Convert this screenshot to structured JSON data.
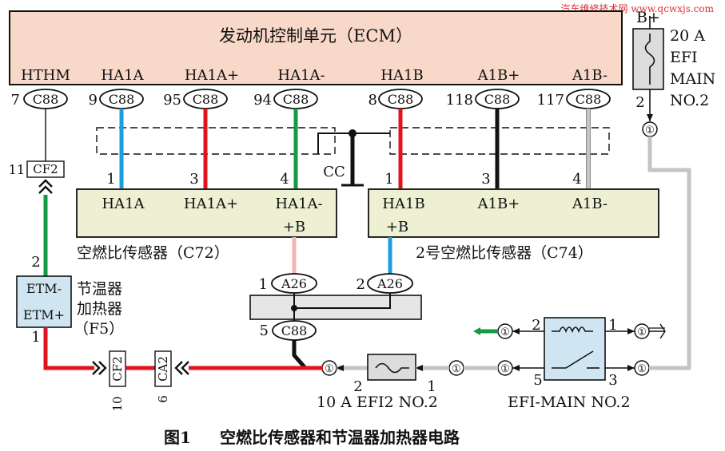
{
  "watermark": "汽车维修技术网 www.qcwxjs.com",
  "ecm": {
    "title": "发动机控制单元（ECM）",
    "pins": [
      {
        "label": "HTHM",
        "no": "7",
        "conn": "C88"
      },
      {
        "label": "HA1A",
        "no": "9",
        "conn": "C88"
      },
      {
        "label": "HA1A+",
        "no": "95",
        "conn": "C88"
      },
      {
        "label": "HA1A-",
        "no": "94",
        "conn": "C88"
      },
      {
        "label": "HA1B",
        "no": "8",
        "conn": "C88"
      },
      {
        "label": "A1B+",
        "no": "118",
        "conn": "C88"
      },
      {
        "label": "A1B-",
        "no": "117",
        "conn": "C88"
      }
    ]
  },
  "battery": "B+",
  "efi_main_fuse": {
    "rating": "20 A",
    "name_lines": [
      "EFI",
      "MAIN",
      "NO.2"
    ],
    "pin_bottom": "2",
    "node": "①"
  },
  "shield": {
    "label": "CC"
  },
  "sensor_c72": {
    "caption": "空燃比传感器（C72）",
    "pin_numbers": [
      "1",
      "3",
      "4"
    ],
    "pin_labels": [
      "HA1A",
      "HA1A+",
      "HA1A-"
    ],
    "extra": "+B"
  },
  "sensor_c74": {
    "caption": "2号空燃比传感器（C74）",
    "pin_numbers": [
      "1",
      "3",
      "4"
    ],
    "pin_labels": [
      "HA1B",
      "A1B+",
      "A1B-"
    ],
    "extra": "+B"
  },
  "cf2_top": {
    "no": "11",
    "conn": "CF2"
  },
  "heater_f5": {
    "pin_top": "2",
    "pin_bottom": "1",
    "labels": [
      "ETM-",
      "ETM+"
    ],
    "name_lines": [
      "节温器",
      "加热器",
      "（F5）"
    ]
  },
  "joint_a26": {
    "left_no": "1",
    "right_no": "2",
    "conn": "A26"
  },
  "c88_ground": {
    "no": "5",
    "conn": "C88"
  },
  "bottom_conns": [
    {
      "no": "10",
      "conn": "CF2"
    },
    {
      "no": "6",
      "conn": "CA2"
    }
  ],
  "efi2_fuse": {
    "label": "10 A EFI2 NO.2",
    "left_pin": "2",
    "right_pin": "1"
  },
  "relay": {
    "label": "EFI-MAIN NO.2",
    "pins": {
      "top_left": "2",
      "top_right": "1",
      "bottom_left": "5",
      "bottom_right": "3"
    }
  },
  "node_mark": "①",
  "figure_caption": {
    "num": "图1",
    "text": "空燃比传感器和节温器加热器电路"
  },
  "colors": {
    "ecm_fill": "#f8d8c8",
    "sensor_fill": "#eef0d4",
    "component_fill": "#cfe6f2",
    "fuse_fill": "#dcdcdc",
    "wire_blue": "#1a9ee0",
    "wire_red": "#e0141e",
    "wire_green": "#149a44",
    "wire_black": "#111111",
    "wire_gray": "#c4c4c4",
    "wire_pink": "#f4b4b4",
    "watermark": "#e03030"
  }
}
